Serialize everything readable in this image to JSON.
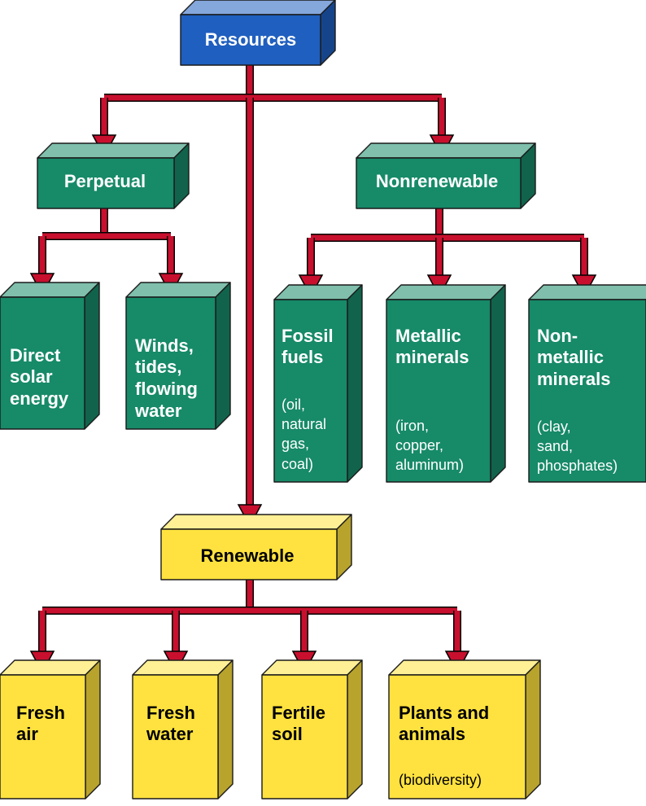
{
  "colors": {
    "connector": "#c8102e",
    "root_front": "#1f5fbf",
    "green_front": "#178a68",
    "yellow_front": "#ffe23f",
    "text_light": "#ffffff",
    "text_dark": "#000000"
  },
  "nodes": {
    "resources": {
      "title": "Resources"
    },
    "perpetual": {
      "title": "Perpetual"
    },
    "nonrenewable": {
      "title": "Nonrenewable"
    },
    "renewable": {
      "title": "Renewable"
    },
    "direct_solar": {
      "title": "Direct\nsolar\nenergy"
    },
    "winds": {
      "title": "Winds,\ntides,\nflowing\nwater"
    },
    "fossil": {
      "title": "Fossil\nfuels",
      "sub": "(oil,\nnatural\ngas,\ncoal)"
    },
    "metallic": {
      "title": "Metallic\nminerals",
      "sub": "(iron,\ncopper,\naluminum)"
    },
    "nonmetallic": {
      "title": "Non-\nmetallic\nminerals",
      "sub": "(clay,\nsand,\nphosphates)"
    },
    "fresh_air": {
      "title": "Fresh\nair"
    },
    "fresh_water": {
      "title": "Fresh\nwater"
    },
    "fertile_soil": {
      "title": "Fertile\nsoil"
    },
    "plants": {
      "title": "Plants and\nanimals",
      "sub": "(biodiversity)"
    }
  }
}
